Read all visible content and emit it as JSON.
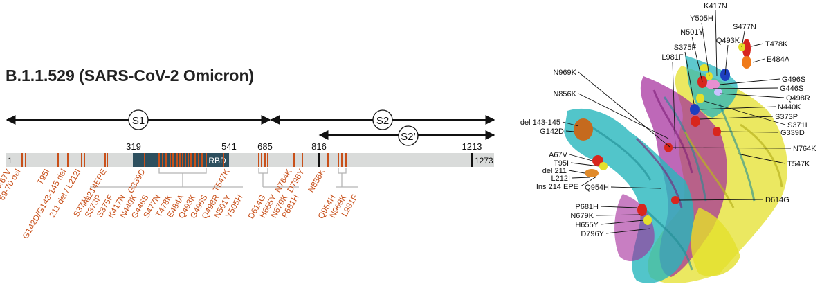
{
  "title": "B.1.1.529 (SARS-CoV-2 Omicron)",
  "colors": {
    "mutation": "#c8501a",
    "rbd": "#2d4f5e",
    "bar": "#d9dbda",
    "cyan": "#27b6bd",
    "magenta": "#a3289a",
    "yellow": "#e4e02c"
  },
  "domains": {
    "s1": "S1",
    "s2": "S2",
    "s2p": "S2’",
    "rbd": "RBD"
  },
  "positions": [
    "319",
    "541",
    "685",
    "816",
    "1213"
  ],
  "bar_ends": {
    "start": "1",
    "end": "1273"
  },
  "upper_labels": [
    "A67V",
    "69-70 del",
    "T95I",
    "G142D/G143-145 del",
    "211 del / L212I",
    "ins214EPE",
    "G339D",
    "T547K",
    "N764K",
    "D796Y",
    "N856K"
  ],
  "rbd_labels": [
    "S371L",
    "S373P",
    "S375F",
    "K417N",
    "N440K",
    "G446S",
    "S477N",
    "T478K",
    "E484A",
    "Q493K",
    "G496S",
    "Q498R",
    "N501Y",
    "Y505H"
  ],
  "group_labels_a": [
    "D614G",
    "H655Y",
    "N679K",
    "P681H"
  ],
  "group_labels_b": [
    "Q954H",
    "N969K",
    "L981F"
  ],
  "structure_labels": [
    "K417N",
    "Y505H",
    "N501Y",
    "S477N",
    "Q493K",
    "T478K",
    "S375F",
    "L981F",
    "E484A",
    "N969K",
    "G496S",
    "G446S",
    "N856K",
    "Q498R",
    "N440K",
    "S373P",
    "del 143-145",
    "S371L",
    "G142D",
    "G339D",
    "N764K",
    "A67V",
    "T95I",
    "T547K",
    "del 211",
    "L212I",
    "Ins 214 EPE",
    "Q954H",
    "D614G",
    "P681H",
    "N679K",
    "H655Y",
    "D796Y"
  ]
}
